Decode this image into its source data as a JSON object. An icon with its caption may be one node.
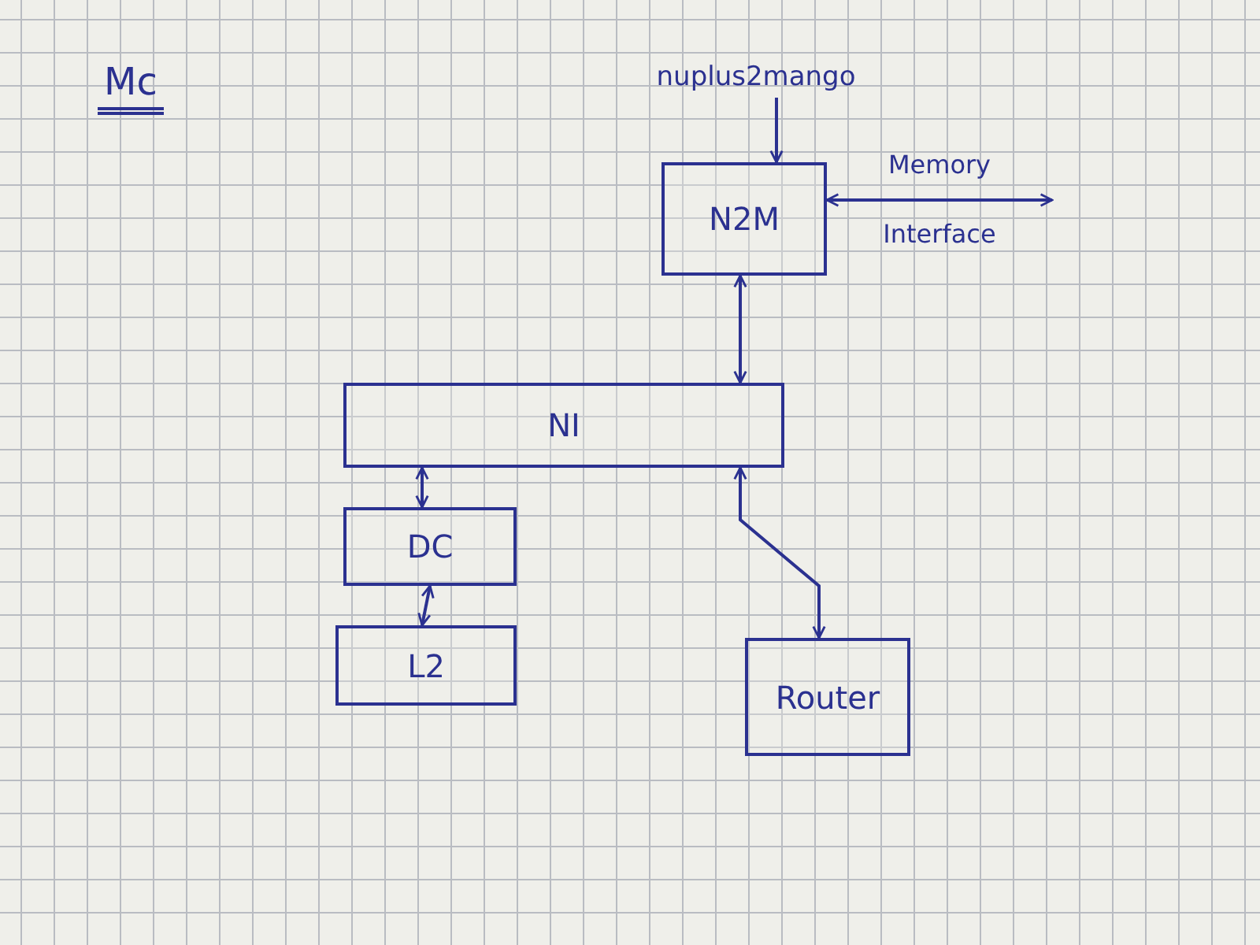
{
  "diagram": {
    "title": "Mc",
    "nodes": [
      {
        "text": [
          "nuplus2mango"
        ]
      },
      {
        "text": [
          "N2M"
        ]
      },
      {
        "text": [
          "NI"
        ]
      },
      {
        "text": [
          "DC"
        ]
      },
      {
        "text": [
          "L2"
        ]
      },
      {
        "text": [
          "Router"
        ]
      }
    ],
    "edges": [
      {
        "from": 0,
        "to": 1,
        "arrow": "to"
      },
      {
        "from": 1,
        "to": null,
        "arrow": "both",
        "label": "Memory Interface"
      },
      {
        "from": 1,
        "to": 2,
        "arrow": "both"
      },
      {
        "from": 2,
        "to": 3,
        "arrow": "both"
      },
      {
        "from": 3,
        "to": 4,
        "arrow": "both"
      },
      {
        "from": 2,
        "to": 5,
        "arrow": "both"
      }
    ]
  }
}
